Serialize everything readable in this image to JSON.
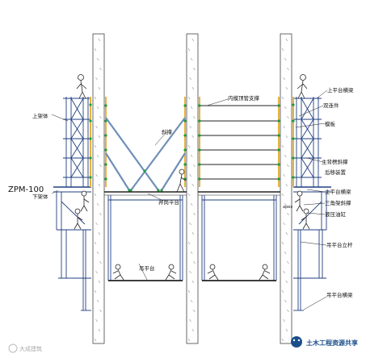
{
  "labels": {
    "upper_frame": "上架体",
    "zpm": "ZPM-100",
    "lower_frame": "下架体",
    "diagonal_brace": "斜撑",
    "inner_formwork_brace": "内模顶管支撑",
    "well_platform": "井筒平台",
    "hanging_platform": "吊平台",
    "upper_platform_beam": "上平台横梁",
    "double_piece": "双连件",
    "formwork": "模板",
    "main_brace": "主背楞斜撑",
    "rear_shift_device": "后移装置",
    "main_platform_beam": "主平台横梁",
    "triangle_frame_brace": "三角架斜撑",
    "hydraulic_cylinder": "液压油缸",
    "hanging_vertical_rod": "吊平台立杆",
    "hanging_beam": "吊平台横梁",
    "apex": "apex"
  },
  "watermark": {
    "left": "大成建筑",
    "right": "土木工程资源共享"
  },
  "colors": {
    "line": "#222222",
    "wall": "#444444",
    "green": "#1f9e3f",
    "yellow": "#e6b43b",
    "blue": "#3b63c9",
    "steel": "#6f8fb8",
    "watermark_blue": "#1b4f8a"
  }
}
